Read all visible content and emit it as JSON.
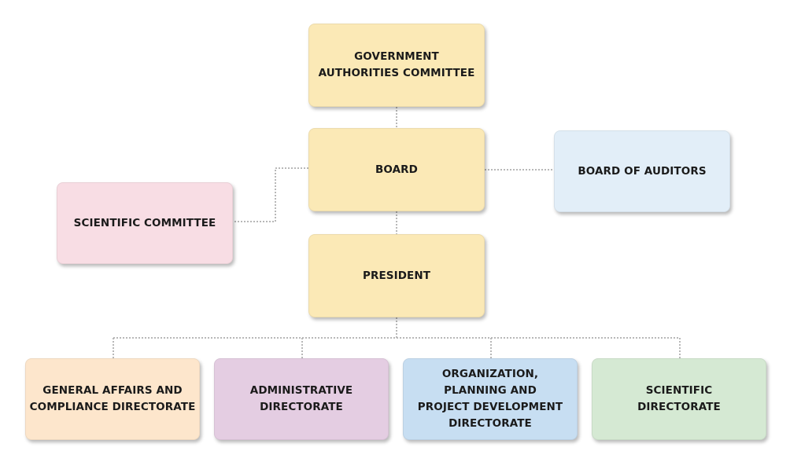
{
  "colors": {
    "yellow": "#fbe9b6",
    "blue_light": "#e2eef8",
    "pink": "#f8dde4",
    "peach": "#fde6cc",
    "purple": "#e4cde2",
    "blue": "#c7def2",
    "green": "#d5e9d3",
    "connector": "#b8b8b8"
  },
  "nodes": {
    "government_authorities_committee": "GOVERNMENT\nAUTHORITIES COMMITTEE",
    "board": "BOARD",
    "board_of_auditors": "BOARD OF AUDITORS",
    "scientific_committee": "SCIENTIFIC COMMITTEE",
    "president": "PRESIDENT",
    "general_affairs_directorate": "GENERAL AFFAIRS AND\nCOMPLIANCE DIRECTORATE",
    "administrative_directorate": "ADMINISTRATIVE\nDIRECTORATE",
    "organization_directorate": "ORGANIZATION,\nPLANNING AND\nPROJECT DEVELOPMENT\nDIRECTORATE",
    "scientific_directorate": "SCIENTIFIC\nDIRECTORATE"
  }
}
